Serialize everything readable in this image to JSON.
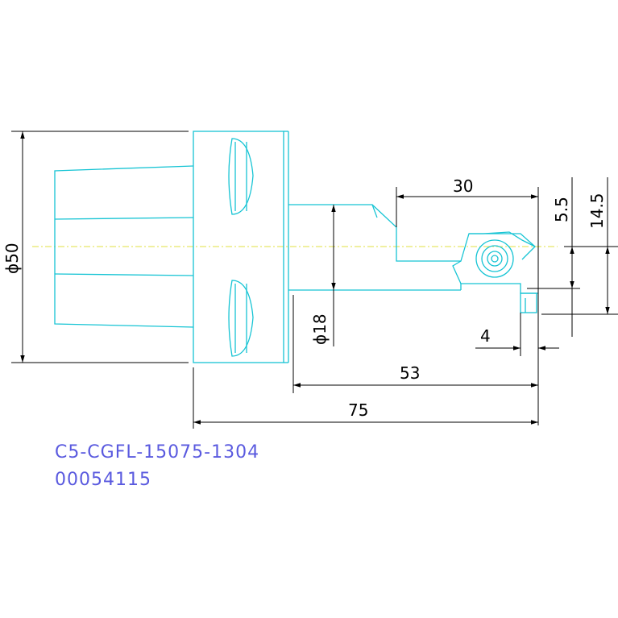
{
  "drawing": {
    "dimensions": {
      "body_diameter": "ϕ50",
      "shank_diameter": "ϕ18",
      "head_length": "30",
      "reach_length": "53",
      "overall_length": "75",
      "offset_small": "5.5",
      "offset_large": "14.5",
      "groove_width": "4"
    },
    "part_code": "C5-CGFL-15075-1304",
    "article_number": "00054115",
    "colors": {
      "outline": "#16c4d4",
      "dimension": "#000000",
      "centerline": "#e0e040",
      "label": "#5a5adf"
    }
  }
}
